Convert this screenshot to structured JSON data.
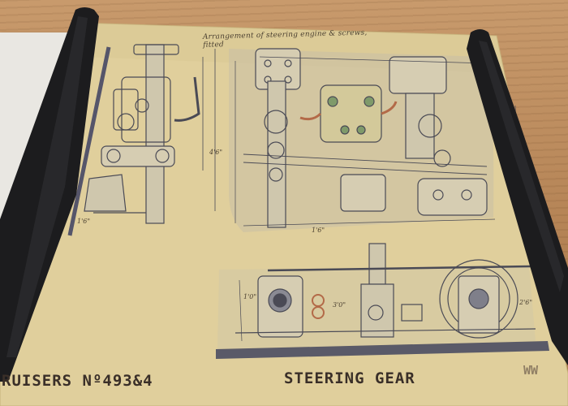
{
  "drawing": {
    "title": "Arrangement of steering engine & screws, fitted",
    "left_label": "RUISERS Nº493&4",
    "center_label": "STEERING GEAR",
    "corner_label": "WW",
    "dims": [
      "1'6\"",
      "4'6\"",
      "1'6\"",
      "1'0\"",
      "3'0\"",
      "2'6\""
    ]
  },
  "colors": {
    "paper": "#e0cf9c",
    "line": "#4a4a55",
    "roller": "#1c1c1e",
    "wash": "#c9c0a6"
  }
}
